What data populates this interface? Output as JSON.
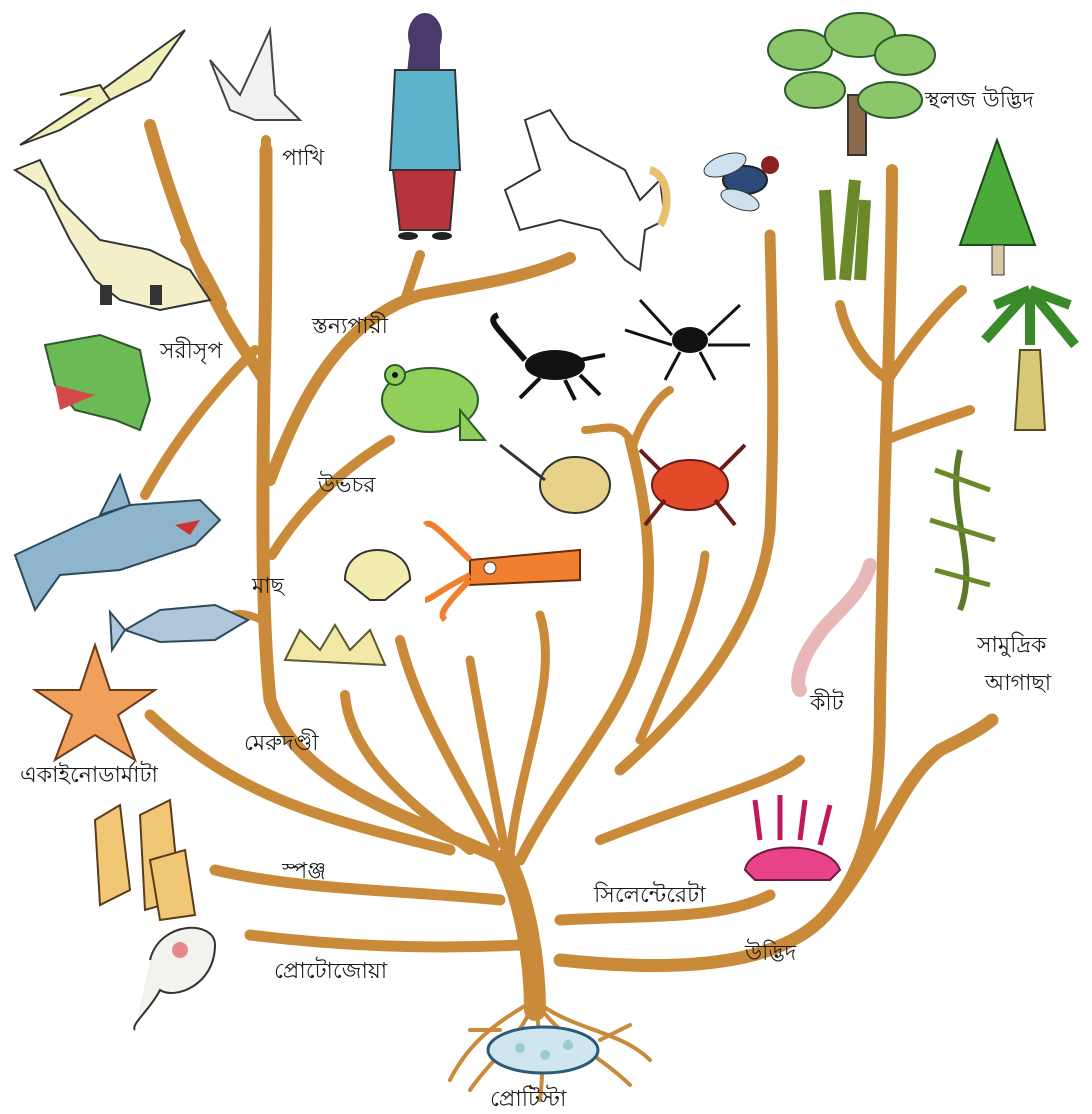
{
  "colors": {
    "branch": "#c98a3a",
    "root": "#c98a3a",
    "label": "#1a1a1a",
    "background": "#ffffff"
  },
  "labels": {
    "birds": "পাখি",
    "land_plants": "স্থলজ উদ্ভিদ",
    "reptiles": "সরীসৃপ",
    "mammals": "স্তন্যপায়ী",
    "amphibians": "উভচর",
    "fish": "মাছ",
    "vertebrates": "মেরুদণ্ডী",
    "echinodermata": "একাইনোডার্মাটা",
    "sponge": "স্পঞ্জ",
    "protozoa": "প্রোটোজোয়া",
    "coelenterata": "সিলেন্টেরেটা",
    "plants": "উদ্ভিদ",
    "worm": "কীট",
    "seaweed_line1": "সামুদ্রিক",
    "seaweed_line2": "আগাছা",
    "protista": "প্রোটিস্টা"
  },
  "organisms": [
    "pterosaur-icon",
    "bird-icon",
    "human-icon",
    "horse-icon",
    "fly-icon",
    "tree-icon",
    "dinosaur-icon",
    "crocodile-icon",
    "frog-icon",
    "scorpion-icon",
    "spider-icon",
    "crab-icon",
    "horseshoe-crab-icon",
    "shark-icon",
    "fish-icon",
    "scallop-icon",
    "squid-icon",
    "coral-icon",
    "starfish-icon",
    "sponge-icon",
    "protozoa-icon",
    "fern-icon",
    "conifer-icon",
    "palm-icon",
    "seaweed-icon",
    "earthworm-icon",
    "sea-anemone-icon",
    "protist-cell-icon"
  ]
}
